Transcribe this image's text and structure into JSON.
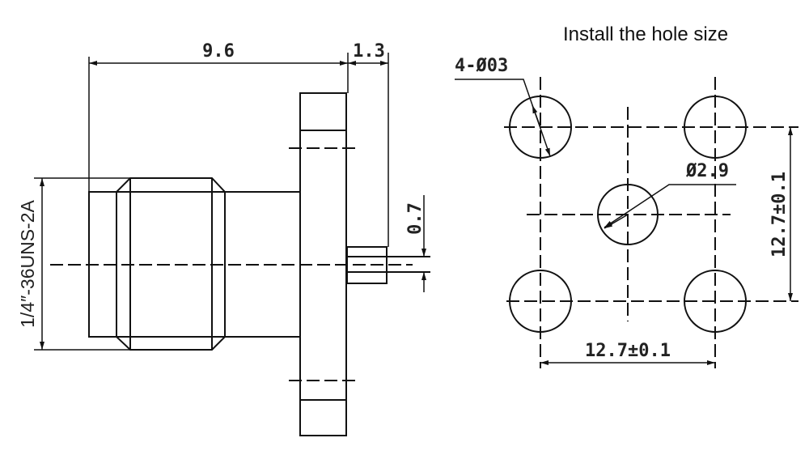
{
  "title": "Install the hole size",
  "side_view": {
    "length_dim": "9.6",
    "flange_dim": "1.3",
    "pin_dim": "0.7",
    "thread_dim": "1/4″-36UNS-2A"
  },
  "hole_pattern": {
    "corner_holes_dim": "4-Ø03",
    "center_hole_dim": "Ø2.9",
    "vertical_spacing_dim": "12.7±0.1",
    "horizontal_spacing_dim": "12.7±0.1"
  }
}
